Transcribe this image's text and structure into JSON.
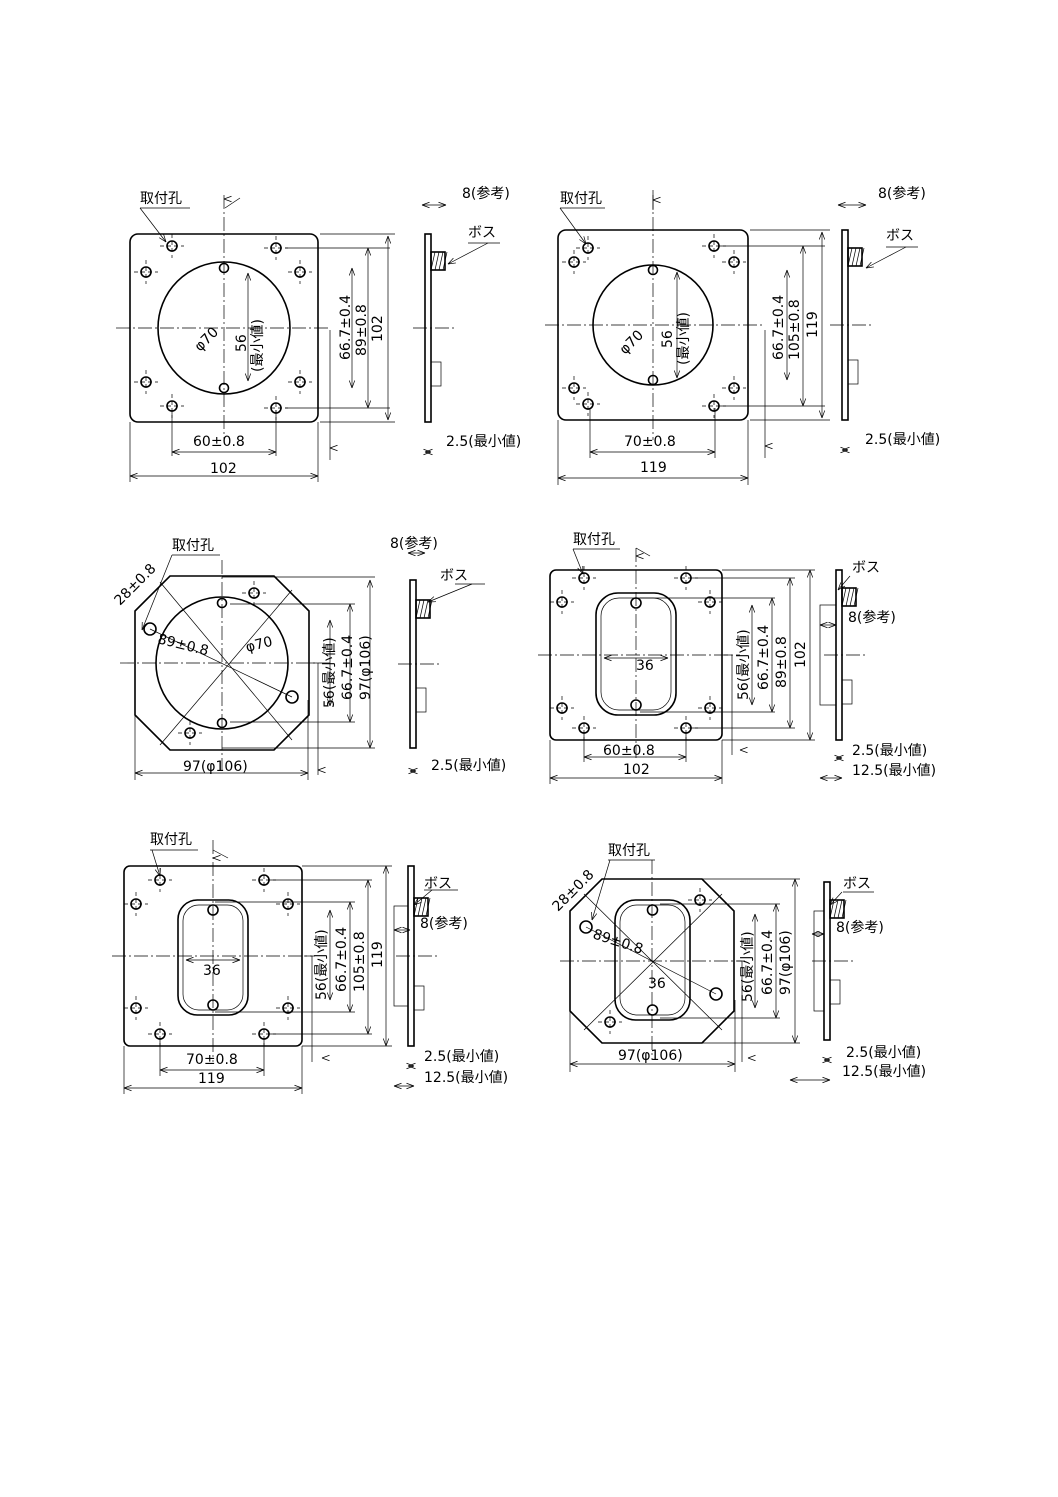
{
  "figures": [
    {
      "mount_hole": "取付孔",
      "ref_8": "8(参考)",
      "boss": "ボス",
      "hole_dia": "φ70",
      "min_56": "56",
      "min_label": "(最小値)",
      "d1": "66.7±0.4",
      "d2": "89±0.8",
      "d3": "102",
      "pitch": "60±0.8",
      "width": "102",
      "thick": "2.5(最小値)"
    },
    {
      "mount_hole": "取付孔",
      "ref_8": "8(参考)",
      "boss": "ボス",
      "hole_dia": "φ70",
      "min_56": "56",
      "min_label": "(最小値)",
      "d1": "66.7±0.4",
      "d2": "105±0.8",
      "d3": "119",
      "pitch": "70±0.8",
      "width": "119",
      "thick": "2.5(最小値)"
    },
    {
      "mount_hole": "取付孔",
      "diag_28": "28±0.8",
      "diag_89": "89±0.8",
      "hole_dia": "φ70",
      "min_56": "56(最小値)",
      "d1": "66.7±0.4",
      "d2": "97(φ106)",
      "width": "97(φ106)",
      "ref_8": "8(参考)",
      "boss": "ボス",
      "thick": "2.5(最小値)"
    },
    {
      "mount_hole": "取付孔",
      "boss": "ボス",
      "ref_8": "8(参考)",
      "slot": "36",
      "min_56": "56(最小値)",
      "d1": "66.7±0.4",
      "d2": "89±0.8",
      "d3": "102",
      "pitch": "60±0.8",
      "width": "102",
      "thick": "2.5(最小値)",
      "depth": "12.5(最小値)"
    },
    {
      "mount_hole": "取付孔",
      "boss": "ボス",
      "ref_8": "8(参考)",
      "slot": "36",
      "min_56": "56(最小値)",
      "d1": "66.7±0.4",
      "d2": "105±0.8",
      "d3": "119",
      "pitch": "70±0.8",
      "width": "119",
      "thick": "2.5(最小値)",
      "depth": "12.5(最小値)"
    },
    {
      "mount_hole": "取付孔",
      "diag_28": "28±0.8",
      "diag_89": "89±0.8",
      "slot": "36",
      "min_56": "56(最小値)",
      "d1": "66.7±0.4",
      "d2": "97(φ106)",
      "width": "97(φ106)",
      "boss": "ボス",
      "ref_8": "8(参考)",
      "thick": "2.5(最小値)",
      "depth": "12.5(最小値)"
    }
  ]
}
